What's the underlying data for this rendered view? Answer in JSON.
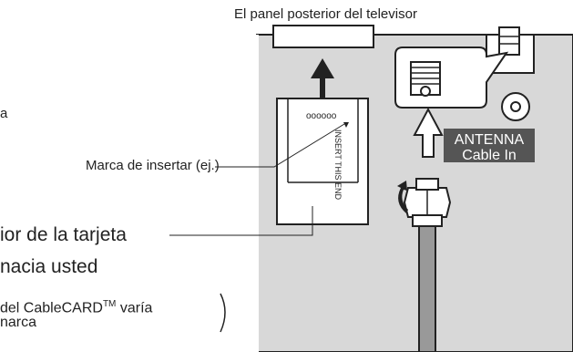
{
  "labels": {
    "panel_title": "El panel posterior del televisor",
    "fragment_a": "a",
    "insert_mark": "Marca de insertar (ej.)",
    "card_line1": "ior de la tarjeta",
    "card_line2": "nacia usted",
    "cablecard_pre": "del CableCARD",
    "cablecard_tm": "TM",
    "cablecard_post": " varía",
    "brand_line": "narca",
    "card_dots": "oooooo",
    "insert_this_end": "INSERT THIS END",
    "antenna_line1": "ANTENNA",
    "antenna_line2": "Cable In"
  },
  "colors": {
    "panel_bg": "#d8d8d8",
    "stroke": "#222222",
    "antenna_label_bg": "#555555",
    "antenna_label_text": "#ffffff"
  }
}
